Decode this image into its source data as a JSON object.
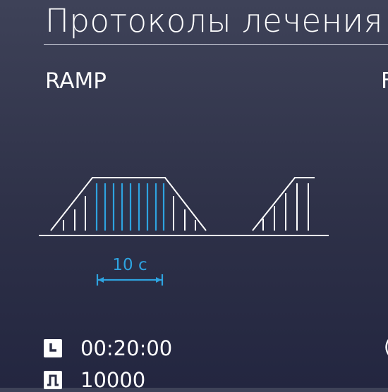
{
  "header": {
    "title": "Протоколы лечения"
  },
  "protocols": [
    {
      "name": "RAMP",
      "ramp_duration": "10 с",
      "session_time": "00:20:00",
      "pulse_count": "10000"
    }
  ],
  "next_protocol": {
    "name_fragment": "F",
    "stat_fragment": "("
  },
  "colors": {
    "background_top": "#3e4258",
    "background_bottom": "#232640",
    "accent": "#2ea3e0",
    "text": "#ffffff"
  },
  "icons": {
    "time": "clock-icon",
    "pulses": "pulse-icon"
  }
}
